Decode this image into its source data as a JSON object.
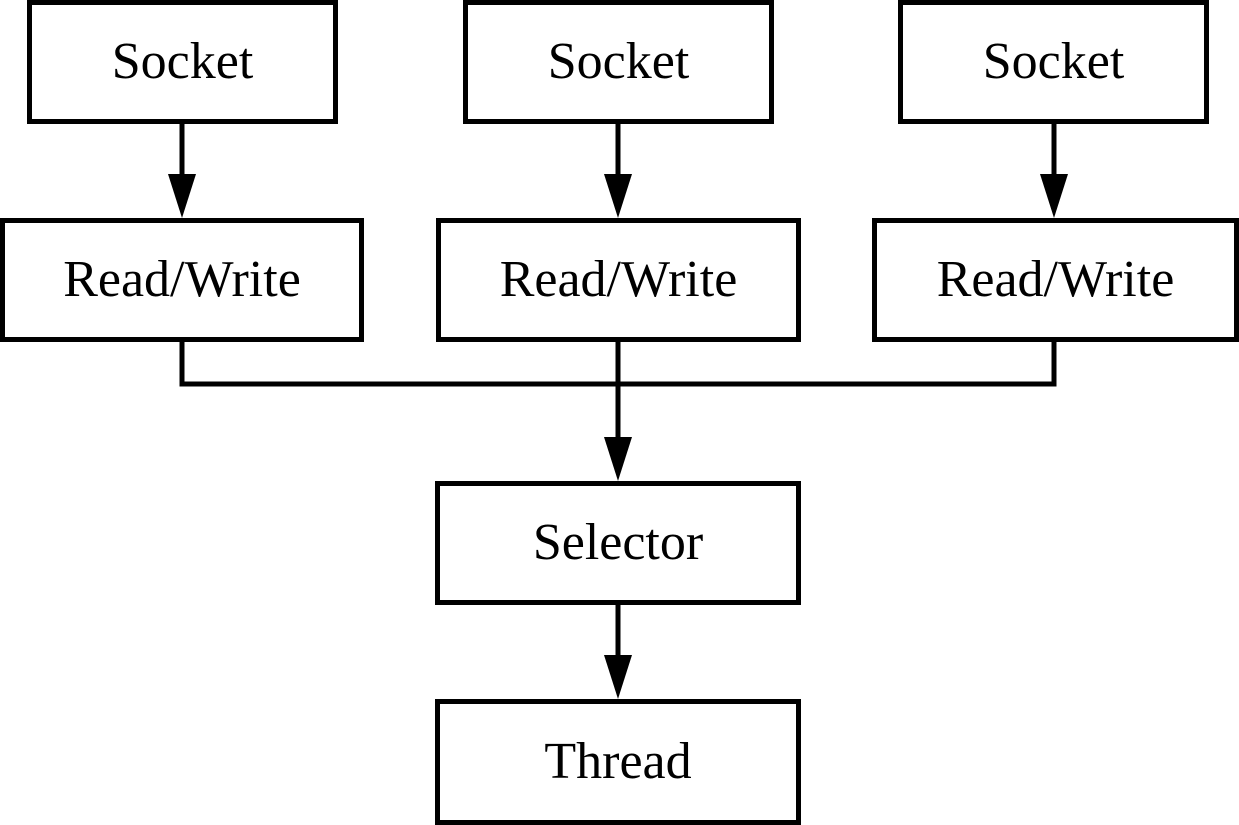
{
  "diagram": {
    "sockets": [
      "Socket",
      "Socket",
      "Socket"
    ],
    "read_write": [
      "Read/Write",
      "Read/Write",
      "Read/Write"
    ],
    "selector": "Selector",
    "thread": "Thread"
  },
  "colors": {
    "stroke": "#000000",
    "background": "#ffffff"
  }
}
